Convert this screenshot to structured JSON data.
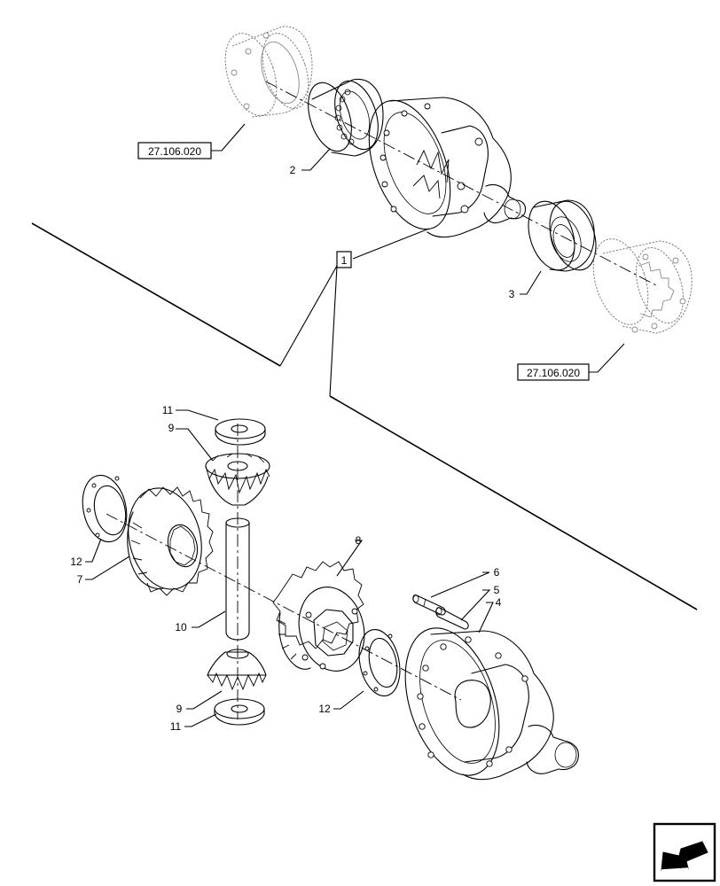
{
  "diagram": {
    "references": {
      "top_left": "27.106.020",
      "right": "27.106.020",
      "assembly_index": "1"
    },
    "callouts": {
      "n2": "2",
      "n3": "3",
      "n4": "4",
      "n5": "5",
      "n6": "6",
      "n7": "7",
      "n8": "8",
      "n9_top": "9",
      "n9_bottom": "9",
      "n10": "10",
      "n11_top": "11",
      "n11_bottom": "11",
      "n12_left": "12",
      "n12_right": "12"
    },
    "icons": {
      "corner": "next-page-arrow-icon"
    }
  }
}
